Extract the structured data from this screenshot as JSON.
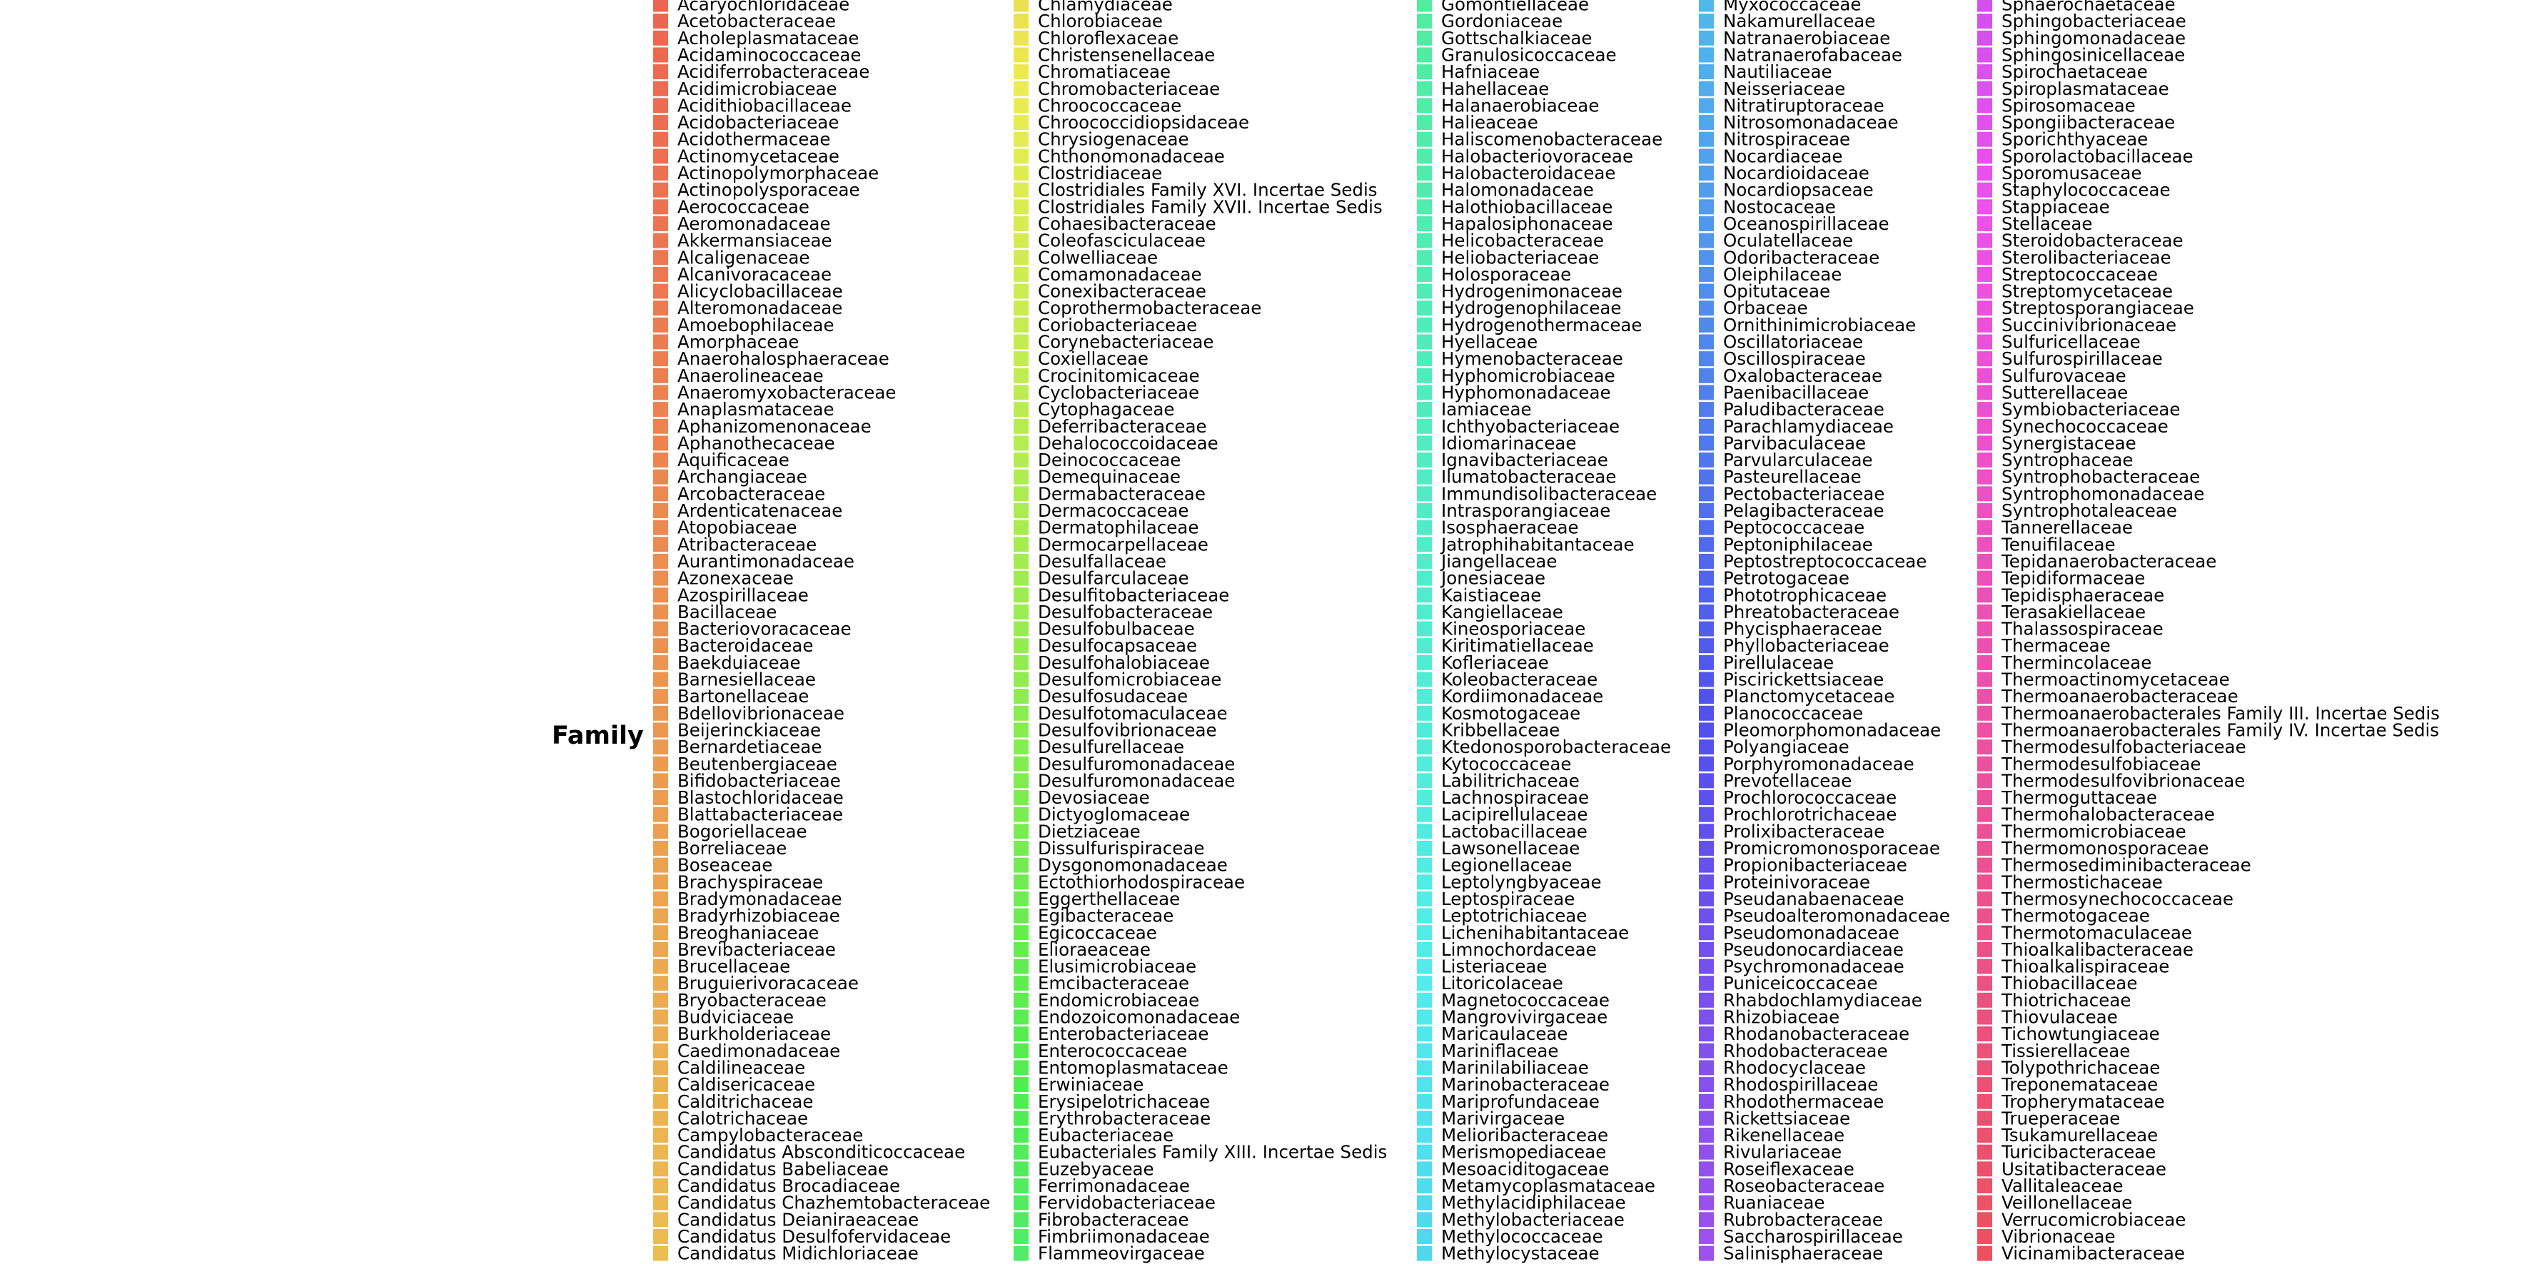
{
  "chart_data": {
    "type": "legend",
    "legend": {
      "title": "Family",
      "columns": [
        [
          "Acaryochloridaceae",
          "Acetobacteraceae",
          "Acholeplasmataceae",
          "Acidaminococcaceae",
          "Acidiferrobacteraceae",
          "Acidimicrobiaceae",
          "Acidithiobacillaceae",
          "Acidobacteriaceae",
          "Acidothermaceae",
          "Actinomycetaceae",
          "Actinopolymorphaceae",
          "Actinopolysporaceae",
          "Aerococcaceae",
          "Aeromonadaceae",
          "Akkermansiaceae",
          "Alcaligenaceae",
          "Alcanivoracaceae",
          "Alicyclobacillaceae",
          "Alteromonadaceae",
          "Amoebophilaceae",
          "Amorphaceae",
          "Anaerohalosphaeraceae",
          "Anaerolineaceae",
          "Anaeromyxobacteraceae",
          "Anaplasmataceae",
          "Aphanizomenonaceae",
          "Aphanothecaceae",
          "Aquificaceae",
          "Archangiaceae",
          "Arcobacteraceae",
          "Ardenticatenaceae",
          "Atopobiaceae",
          "Atribacteraceae",
          "Aurantimonadaceae",
          "Azonexaceae",
          "Azospirillaceae",
          "Bacillaceae",
          "Bacteriovoracaceae",
          "Bacteroidaceae",
          "Baekduiaceae",
          "Barnesiellaceae",
          "Bartonellaceae",
          "Bdellovibrionaceae",
          "Beijerinckiaceae",
          "Bernardetiaceae",
          "Beutenbergiaceae",
          "Bifidobacteriaceae",
          "Blastochloridaceae",
          "Blattabacteriaceae",
          "Bogoriellaceae",
          "Borreliaceae",
          "Boseaceae",
          "Brachyspiraceae",
          "Bradymonadaceae",
          "Bradyrhizobiaceae",
          "Breoghaniaceae",
          "Brevibacteriaceae",
          "Brucellaceae",
          "Bruguierivoracaceae",
          "Bryobacteraceae",
          "Budviciaceae",
          "Burkholderiaceae",
          "Caedimonadaceae",
          "Caldilineaceae",
          "Caldisericaceae",
          "Calditrichaceae",
          "Calotrichaceae",
          "Campylobacteraceae",
          "Candidatus Absconditicoccaceae",
          "Candidatus Babeliaceae",
          "Candidatus Brocadiaceae",
          "Candidatus Chazhemtobacteraceae",
          "Candidatus Deianiraeaceae",
          "Candidatus Desulfofervidaceae",
          "Candidatus Midichloriaceae"
        ],
        [
          "Chlamydiaceae",
          "Chlorobiaceae",
          "Chloroflexaceae",
          "Christensenellaceae",
          "Chromatiaceae",
          "Chromobacteriaceae",
          "Chroococcaceae",
          "Chroococcidiopsidaceae",
          "Chrysiogenaceae",
          "Chthonomonadaceae",
          "Clostridiaceae",
          "Clostridiales Family XVI. Incertae Sedis",
          "Clostridiales Family XVII. Incertae Sedis",
          "Cohaesibacteraceae",
          "Coleofasciculaceae",
          "Colwelliaceae",
          "Comamonadaceae",
          "Conexibacteraceae",
          "Coprothermobacteraceae",
          "Coriobacteriaceae",
          "Corynebacteriaceae",
          "Coxiellaceae",
          "Crocinitomicaceae",
          "Cyclobacteriaceae",
          "Cytophagaceae",
          "Deferribacteraceae",
          "Dehalococcoidaceae",
          "Deinococcaceae",
          "Demequinaceae",
          "Dermabacteraceae",
          "Dermacoccaceae",
          "Dermatophilaceae",
          "Dermocarpellaceae",
          "Desulfallaceae",
          "Desulfarculaceae",
          "Desulfitobacteriaceae",
          "Desulfobacteraceae",
          "Desulfobulbaceae",
          "Desulfocapsaceae",
          "Desulfohalobiaceae",
          "Desulfomicrobiaceae",
          "Desulfosudaceae",
          "Desulfotomaculaceae",
          "Desulfovibrionaceae",
          "Desulfurellaceae",
          "Desulfuromonadaceae",
          "Desulfuromonadaceae",
          "Devosiaceae",
          "Dictyoglomaceae",
          "Dietziaceae",
          "Dissulfurispiraceae",
          "Dysgonomonadaceae",
          "Ectothiorhodospiraceae",
          "Eggerthellaceae",
          "Egibacteraceae",
          "Egicoccaceae",
          "Elioraeaceae",
          "Elusimicrobiaceae",
          "Emcibacteraceae",
          "Endomicrobiaceae",
          "Endozoicomonadaceae",
          "Enterobacteriaceae",
          "Enterococcaceae",
          "Entomoplasmataceae",
          "Erwiniaceae",
          "Erysipelotrichaceae",
          "Erythrobacteraceae",
          "Eubacteriaceae",
          "Eubacteriales Family XIII. Incertae Sedis",
          "Euzebyaceae",
          "Ferrimonadaceae",
          "Fervidobacteriaceae",
          "Fibrobacteraceae",
          "Fimbriimonadaceae",
          "Flammeovirgaceae"
        ],
        [
          "Gomontiellaceae",
          "Gordoniaceae",
          "Gottschalkiaceae",
          "Granulosicoccaceae",
          "Hafniaceae",
          "Hahellaceae",
          "Halanaerobiaceae",
          "Halieaceae",
          "Haliscomenobacteraceae",
          "Halobacteriovoraceae",
          "Halobacteroidaceae",
          "Halomonadaceae",
          "Halothiobacillaceae",
          "Hapalosiphonaceae",
          "Helicobacteraceae",
          "Heliobacteriaceae",
          "Holosporaceae",
          "Hydrogenimonaceae",
          "Hydrogenophilaceae",
          "Hydrogenothermaceae",
          "Hyellaceae",
          "Hymenobacteraceae",
          "Hyphomicrobiaceae",
          "Hyphomonadaceae",
          "Iamiaceae",
          "Ichthyobacteriaceae",
          "Idiomarinaceae",
          "Ignavibacteriaceae",
          "Ilumatobacteraceae",
          "Immundisolibacteraceae",
          "Intrasporangiaceae",
          "Isosphaeraceae",
          "Jatrophihabitantaceae",
          "Jiangellaceae",
          "Jonesiaceae",
          "Kaistiaceae",
          "Kangiellaceae",
          "Kineosporiaceae",
          "Kiritimatiellaceae",
          "Kofleriaceae",
          "Koleobacteraceae",
          "Kordiimonadaceae",
          "Kosmotogaceae",
          "Kribbellaceae",
          "Ktedonosporobacteraceae",
          "Kytococcaceae",
          "Labilitrichaceae",
          "Lachnospiraceae",
          "Lacipirellulaceae",
          "Lactobacillaceae",
          "Lawsonellaceae",
          "Legionellaceae",
          "Leptolyngbyaceae",
          "Leptospiraceae",
          "Leptotrichiaceae",
          "Lichenihabitantaceae",
          "Limnochordaceae",
          "Listeriaceae",
          "Litoricolaceae",
          "Magnetococcaceae",
          "Mangrovivirgaceae",
          "Maricaulaceae",
          "Mariniflaceae",
          "Marinilabiliaceae",
          "Marinobacteraceae",
          "Mariprofundaceae",
          "Marivirgaceae",
          "Melioribacteraceae",
          "Merismopediaceae",
          "Mesoaciditogaceae",
          "Metamycoplasmataceae",
          "Methylacidiphilaceae",
          "Methylobacteriaceae",
          "Methylococcaceae",
          "Methylocystaceae"
        ],
        [
          "Myxococcaceae",
          "Nakamurellaceae",
          "Natranaerobiaceae",
          "Natranaerofabaceae",
          "Nautiliaceae",
          "Neisseriaceae",
          "Nitratiruptoraceae",
          "Nitrosomonadaceae",
          "Nitrospiraceae",
          "Nocardiaceae",
          "Nocardioidaceae",
          "Nocardiopsaceae",
          "Nostocaceae",
          "Oceanospirillaceae",
          "Oculatellaceae",
          "Odoribacteraceae",
          "Oleiphilaceae",
          "Opitutaceae",
          "Orbaceae",
          "Ornithinimicrobiaceae",
          "Oscillatoriaceae",
          "Oscillospiraceae",
          "Oxalobacteraceae",
          "Paenibacillaceae",
          "Paludibacteraceae",
          "Parachlamydiaceae",
          "Parvibaculaceae",
          "Parvularculaceae",
          "Pasteurellaceae",
          "Pectobacteriaceae",
          "Pelagibacteraceae",
          "Peptococcaceae",
          "Peptoniphilaceae",
          "Peptostreptococcaceae",
          "Petrotogaceae",
          "Phototrophicaceae",
          "Phreatobacteraceae",
          "Phycisphaeraceae",
          "Phyllobacteriaceae",
          "Pirellulaceae",
          "Piscirickettsiaceae",
          "Planctomycetaceae",
          "Planococcaceae",
          "Pleomorphomonadaceae",
          "Polyangiaceae",
          "Porphyromonadaceae",
          "Prevotellaceae",
          "Prochlorococcaceae",
          "Prochlorotrichaceae",
          "Prolixibacteraceae",
          "Promicromonosporaceae",
          "Propionibacteriaceae",
          "Proteinivoraceae",
          "Pseudanabaenaceae",
          "Pseudoalteromonadaceae",
          "Pseudomonadaceae",
          "Pseudonocardiaceae",
          "Psychromonadaceae",
          "Puniceicoccaceae",
          "Rhabdochlamydiaceae",
          "Rhizobiaceae",
          "Rhodanobacteraceae",
          "Rhodobacteraceae",
          "Rhodocyclaceae",
          "Rhodospirillaceae",
          "Rhodothermaceae",
          "Rickettsiaceae",
          "Rikenellaceae",
          "Rivulariaceae",
          "Roseiflexaceae",
          "Roseobacteraceae",
          "Ruaniaceae",
          "Rubrobacteraceae",
          "Saccharospirillaceae",
          "Salinisphaeraceae"
        ],
        [
          "Sphaerochaetaceae",
          "Sphingobacteriaceae",
          "Sphingomonadaceae",
          "Sphingosinicellaceae",
          "Spirochaetaceae",
          "Spiroplasmataceae",
          "Spirosomaceae",
          "Spongiibacteraceae",
          "Sporichthyaceae",
          "Sporolactobacillaceae",
          "Sporomusaceae",
          "Staphylococcaceae",
          "Stappiaceae",
          "Stellaceae",
          "Steroidobacteraceae",
          "Sterolibacteriaceae",
          "Streptococcaceae",
          "Streptomycetaceae",
          "Streptosporangiaceae",
          "Succinivibrionaceae",
          "Sulfuricellaceae",
          "Sulfurospirillaceae",
          "Sulfurovaceae",
          "Sutterellaceae",
          "Symbiobacteriaceae",
          "Synechococcaceae",
          "Synergistaceae",
          "Syntrophaceae",
          "Syntrophobacteraceae",
          "Syntrophomonadaceae",
          "Syntrophotaleaceae",
          "Tannerellaceae",
          "Tenuifilaceae",
          "Tepidanaerobacteraceae",
          "Tepidiformaceae",
          "Tepidisphaeraceae",
          "Terasakiellaceae",
          "Thalassospiraceae",
          "Thermaceae",
          "Thermincolaceae",
          "Thermoactinomycetaceae",
          "Thermoanaerobacteraceae",
          "Thermoanaerobacterales Family III. Incertae Sedis",
          "Thermoanaerobacterales Family IV. Incertae Sedis",
          "Thermodesulfobacteriaceae",
          "Thermodesulfobiaceae",
          "Thermodesulfovibrionaceae",
          "Thermoguttaceae",
          "Thermohalobacteraceae",
          "Thermomicrobiaceae",
          "Thermomonosporaceae",
          "Thermosediminibacteraceae",
          "Thermostichaceae",
          "Thermosynechococcaceae",
          "Thermotogaceae",
          "Thermotomaculaceae",
          "Thioalkalibacteraceae",
          "Thioalkalispiraceae",
          "Thiobacillaceae",
          "Thiotrichaceae",
          "Thiovulaceae",
          "Tichowtungiaceae",
          "Tissierellaceae",
          "Tolypothrichaceae",
          "Treponemataceae",
          "Tropherymataceae",
          "Trueperaceae",
          "Tsukamurellaceae",
          "Turicibacteraceae",
          "Usitatibacteraceae",
          "Vallitaleaceae",
          "Veillonellaceae",
          "Verrucomicrobiaceae",
          "Vibrionaceae",
          "Vicinamibacteraceae"
        ]
      ],
      "column_hue_ranges": [
        [
          8,
          42
        ],
        [
          55,
          130
        ],
        [
          150,
          188
        ],
        [
          200,
          270
        ],
        [
          290,
          355
        ]
      ],
      "key_lightness": 62,
      "key_saturation": 80
    }
  }
}
